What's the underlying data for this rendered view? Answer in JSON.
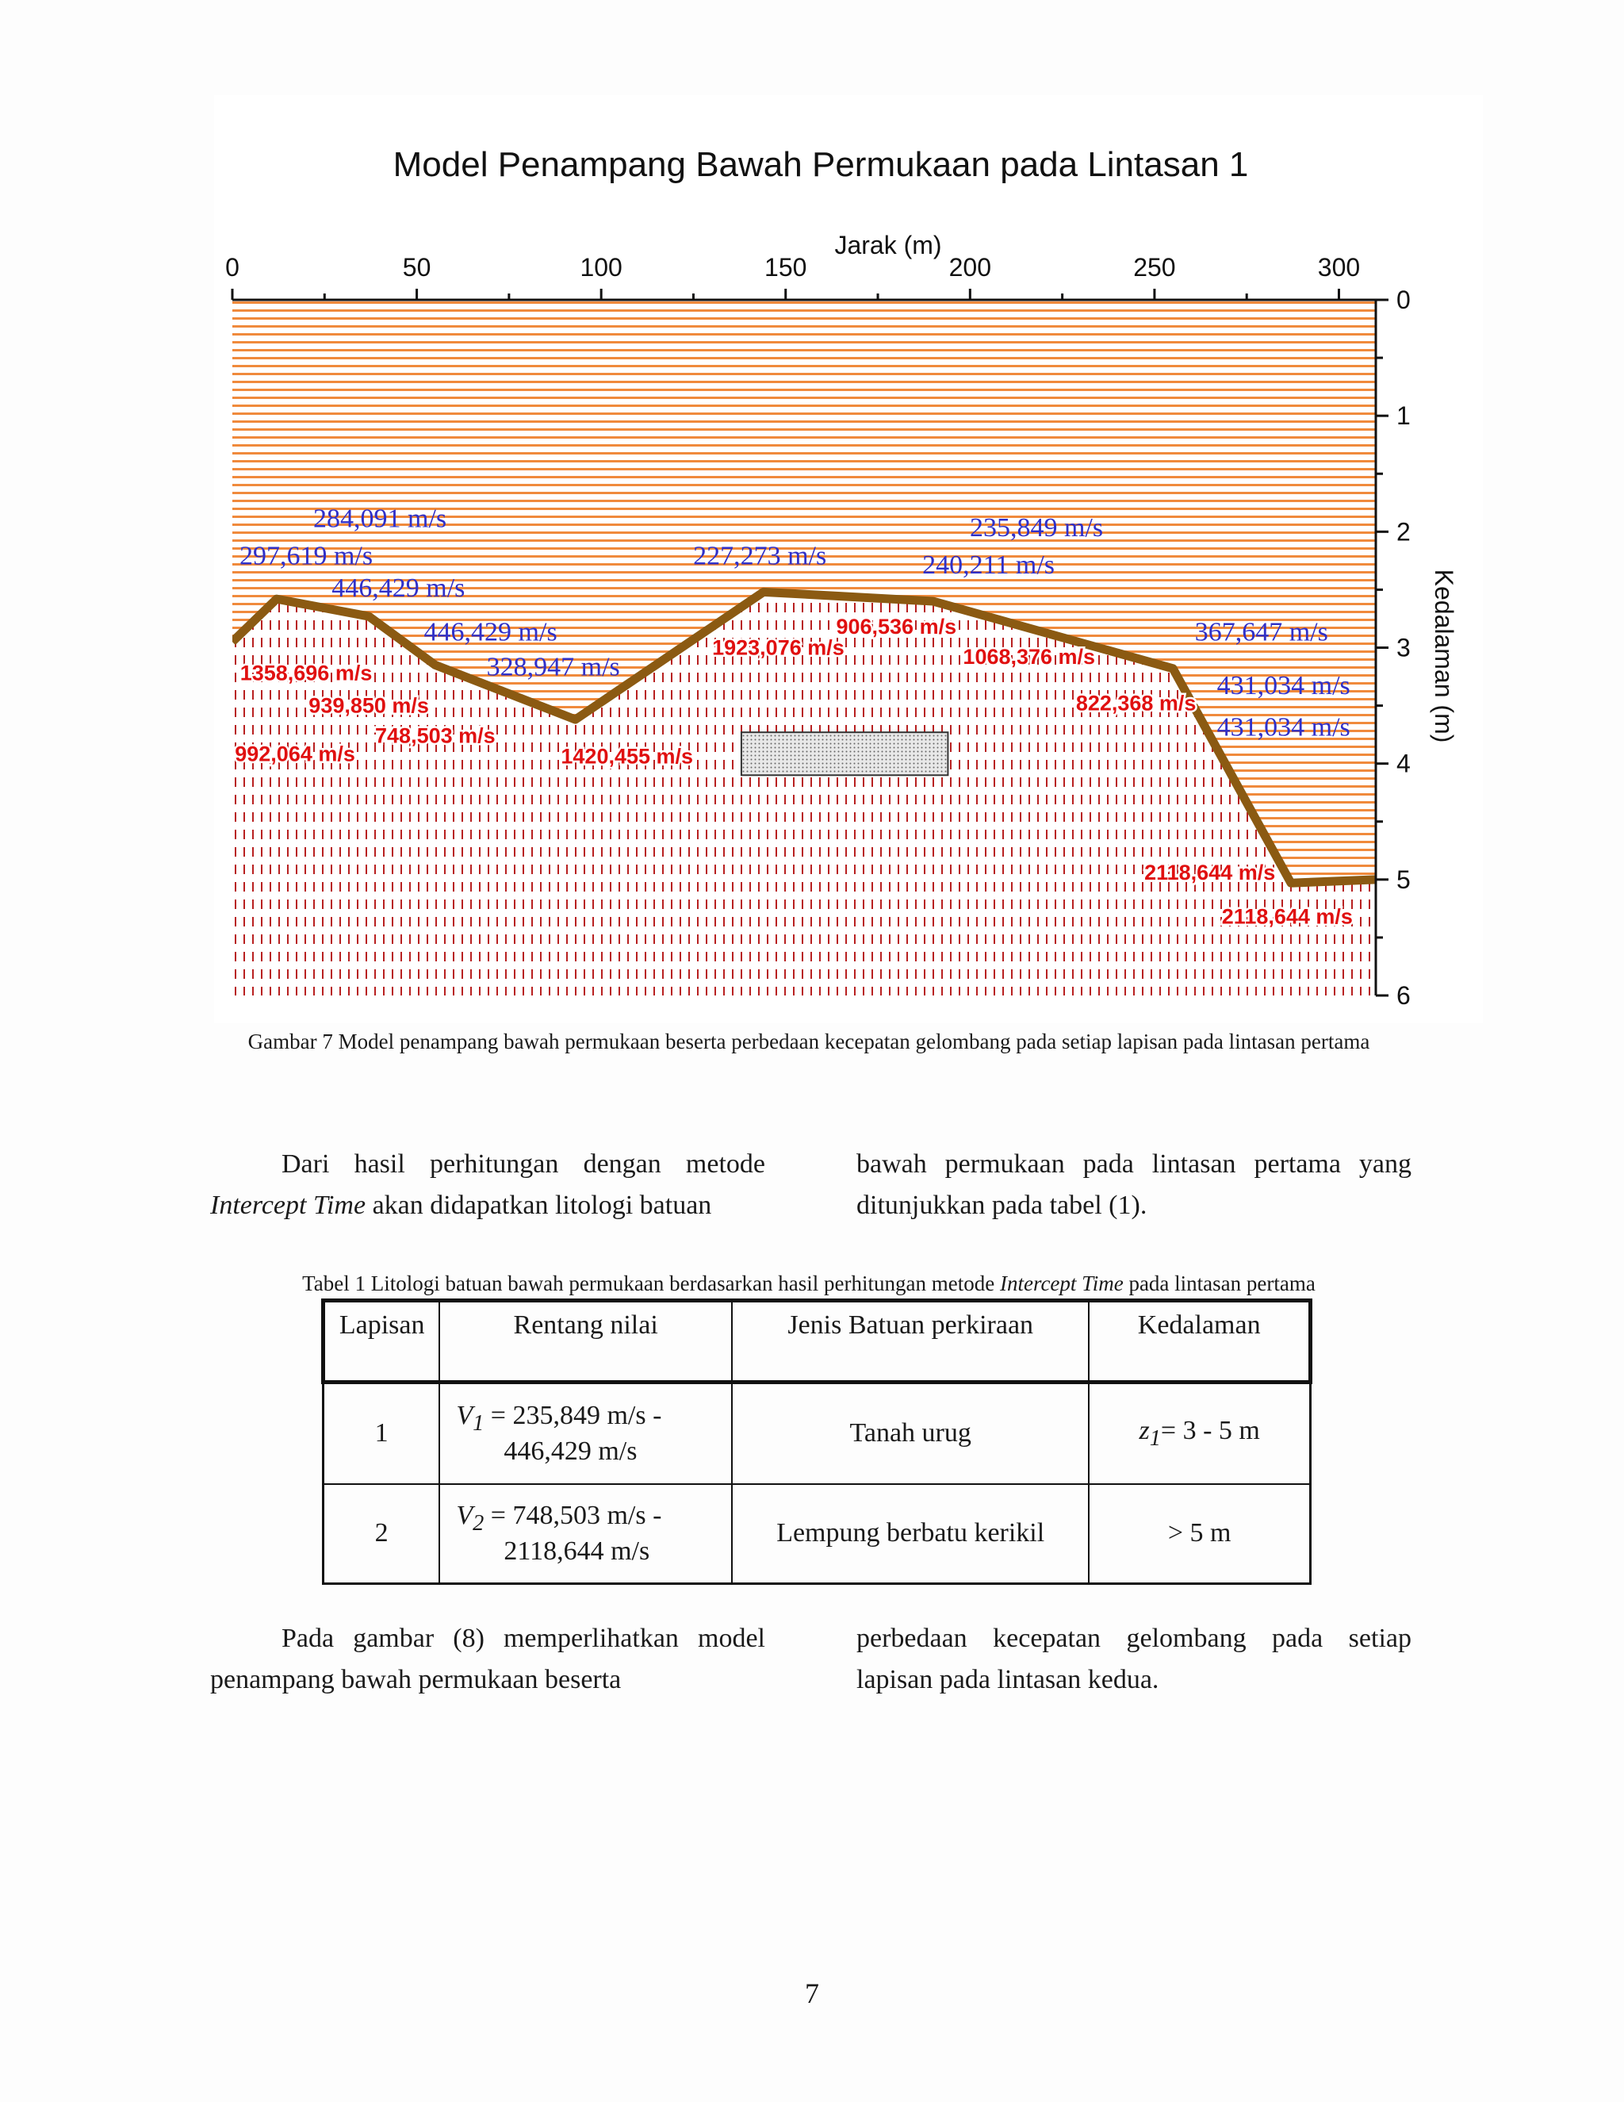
{
  "figure": {
    "title": "Model Penampang Bawah Permukaan pada Lintasan 1",
    "xlabel": "Jarak (m)",
    "ylabel": "Kedalaman (m)"
  },
  "chart_data": {
    "type": "area",
    "title": "Model Penampang Bawah Permukaan pada Lintasan 1",
    "xlabel": "Jarak (m)",
    "ylabel": "Kedalaman (m)",
    "xlim": [
      0,
      310
    ],
    "ylim": [
      0,
      6
    ],
    "x_ticks": [
      "0",
      "50",
      "100",
      "150",
      "200",
      "250",
      "300"
    ],
    "y_ticks": [
      "0",
      "1",
      "2",
      "3",
      "4",
      "5",
      "6"
    ],
    "x_axis_position": "top",
    "y_axis_position": "right",
    "boundary": {
      "x": [
        0,
        12,
        37,
        55,
        93,
        144,
        190,
        255,
        287,
        310
      ],
      "y": [
        2.95,
        2.58,
        2.73,
        3.15,
        3.62,
        2.52,
        2.6,
        3.18,
        5.03,
        5.0
      ]
    },
    "layer_colors": {
      "upper": "#f08a3c",
      "lower": "#b82020",
      "boundary": "#8b5a12"
    },
    "labels_upper": [
      {
        "text": "284,091 m/s",
        "x": 40,
        "y": 1.96
      },
      {
        "text": "297,619 m/s",
        "x": 20,
        "y": 2.28
      },
      {
        "text": "446,429 m/s",
        "x": 45,
        "y": 2.56
      },
      {
        "text": "446,429 m/s",
        "x": 70,
        "y": 2.94
      },
      {
        "text": "328,947 m/s",
        "x": 87,
        "y": 3.24
      },
      {
        "text": "227,273 m/s",
        "x": 143,
        "y": 2.28
      },
      {
        "text": "235,849 m/s",
        "x": 218,
        "y": 2.04
      },
      {
        "text": "240,211 m/s",
        "x": 205,
        "y": 2.36
      },
      {
        "text": "367,647 m/s",
        "x": 279,
        "y": 2.94
      },
      {
        "text": "431,034 m/s",
        "x": 285,
        "y": 3.4
      },
      {
        "text": "431,034 m/s",
        "x": 285,
        "y": 3.76
      }
    ],
    "labels_lower": [
      {
        "text": "1358,696 m/s",
        "x": 20,
        "y": 3.28
      },
      {
        "text": "939,850 m/s",
        "x": 37,
        "y": 3.56
      },
      {
        "text": "748,503 m/s",
        "x": 55,
        "y": 3.82
      },
      {
        "text": "992,064 m/s",
        "x": 17,
        "y": 3.98
      },
      {
        "text": "1420,455 m/s",
        "x": 107,
        "y": 4.0
      },
      {
        "text": "1923,076 m/s",
        "x": 148,
        "y": 3.06
      },
      {
        "text": "906,536 m/s",
        "x": 180,
        "y": 2.88
      },
      {
        "text": "1068,376 m/s",
        "x": 216,
        "y": 3.14
      },
      {
        "text": "822,368 m/s",
        "x": 245,
        "y": 3.54
      },
      {
        "text": "2118,644 m/s",
        "x": 265,
        "y": 5.0
      },
      {
        "text": "2118,644 m/s",
        "x": 286,
        "y": 5.38
      }
    ],
    "legend_box": {
      "x": [
        138,
        194
      ],
      "y": [
        3.73,
        4.1
      ]
    }
  },
  "caption": "Gambar 7 Model penampang bawah permukaan beserta perbedaan kecepatan gelombang pada setiap lapisan pada lintasan pertama",
  "para1": {
    "left_line1": "Dari hasil perhitungan dengan metode",
    "left_line2_em": "Intercept Time",
    "left_line2_rest": " akan didapatkan litologi batuan",
    "right": "bawah permukaan pada lintasan pertama yang ditunjukkan pada tabel (1)."
  },
  "table_caption": {
    "before": "Tabel 1 Litologi batuan bawah permukaan berdasarkan hasil perhitungan metode ",
    "em": "Intercept Time",
    "after": " pada lintasan pertama"
  },
  "table": {
    "headers": [
      "Lapisan",
      "Rentang nilai",
      "Jenis Batuan perkiraan",
      "Kedalaman"
    ],
    "rows": [
      {
        "lapisan": "1",
        "sym": "V",
        "sub": "1",
        "range_a": " = 235,849 m/s -",
        "range_b": "446,429 m/s",
        "jenis": "Tanah urug",
        "kedalaman_sym": "z",
        "kedalaman_sub": "1",
        "kedalaman": "= 3 - 5 m"
      },
      {
        "lapisan": "2",
        "sym": "V",
        "sub": "2",
        "range_a": " = 748,503 m/s -",
        "range_b": "2118,644 m/s",
        "jenis": "Lempung berbatu kerikil",
        "kedalaman_sym": "",
        "kedalaman_sub": "",
        "kedalaman": "> 5 m"
      }
    ]
  },
  "para2": {
    "left": "Pada gambar (8) memperlihatkan model penampang bawah permukaan beserta",
    "right": "perbedaan kecepatan gelombang pada setiap lapisan pada lintasan kedua."
  },
  "page_number": "7"
}
